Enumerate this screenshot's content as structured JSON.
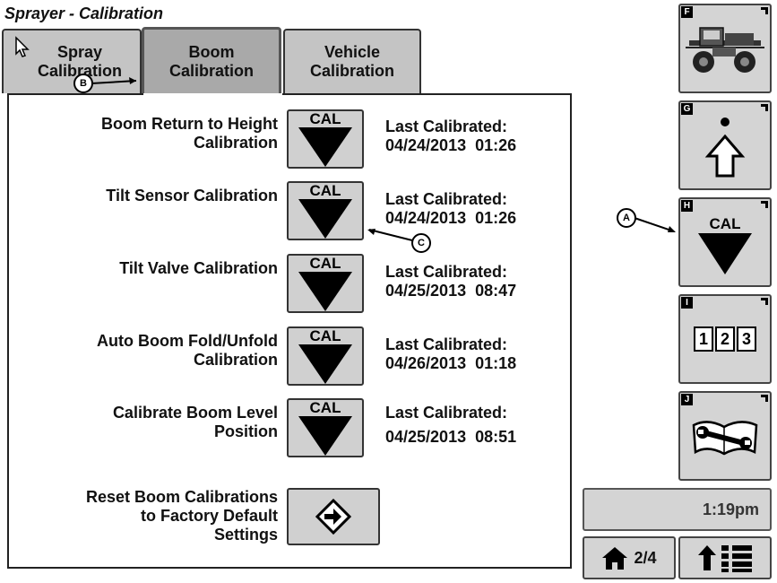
{
  "title": "Sprayer - Calibration",
  "tabs": [
    {
      "label": "Spray\nCalibration",
      "active": false
    },
    {
      "label": "Boom\nCalibration",
      "active": true
    },
    {
      "label": "Vehicle\nCalibration",
      "active": false
    }
  ],
  "rows": [
    {
      "label": "Boom Return to Height\nCalibration",
      "button": "CAL",
      "last_label": "Last Calibrated:",
      "last_value": "04/24/2013  01:26"
    },
    {
      "label": "Tilt Sensor Calibration",
      "button": "CAL",
      "last_label": "Last Calibrated:",
      "last_value": "04/24/2013  01:26"
    },
    {
      "label": "Tilt Valve Calibration",
      "button": "CAL",
      "last_label": "Last Calibrated:",
      "last_value": "04/25/2013  08:47"
    },
    {
      "label": "Auto Boom Fold/Unfold\nCalibration",
      "button": "CAL",
      "last_label": "Last Calibrated:",
      "last_value": "04/26/2013  01:18"
    },
    {
      "label": "Calibrate Boom Level\nPosition",
      "button": "CAL",
      "last_label": "Last Calibrated:",
      "last_value": "04/25/2013  08:51"
    }
  ],
  "reset": {
    "label": "Reset Boom Calibrations\nto Factory Default\nSettings",
    "icon": "enter-arrow-icon"
  },
  "sidebar": {
    "buttons": [
      {
        "letter": "F",
        "icon": "sprayer-vehicle-icon"
      },
      {
        "letter": "G",
        "icon": "up-arrow-icon"
      },
      {
        "letter": "H",
        "icon": "cal-icon",
        "text": "CAL"
      },
      {
        "letter": "I",
        "icon": "numbered-boxes-icon",
        "digits": [
          "1",
          "2",
          "3"
        ]
      },
      {
        "letter": "J",
        "icon": "manual-wrench-icon"
      }
    ]
  },
  "status": {
    "time": "1:19pm"
  },
  "footer": {
    "home_page": "2/4",
    "home_icon": "home-icon",
    "menu_icon": "up-arrow-list-icon"
  },
  "callouts": {
    "a": "A",
    "b": "B",
    "c": "C"
  }
}
